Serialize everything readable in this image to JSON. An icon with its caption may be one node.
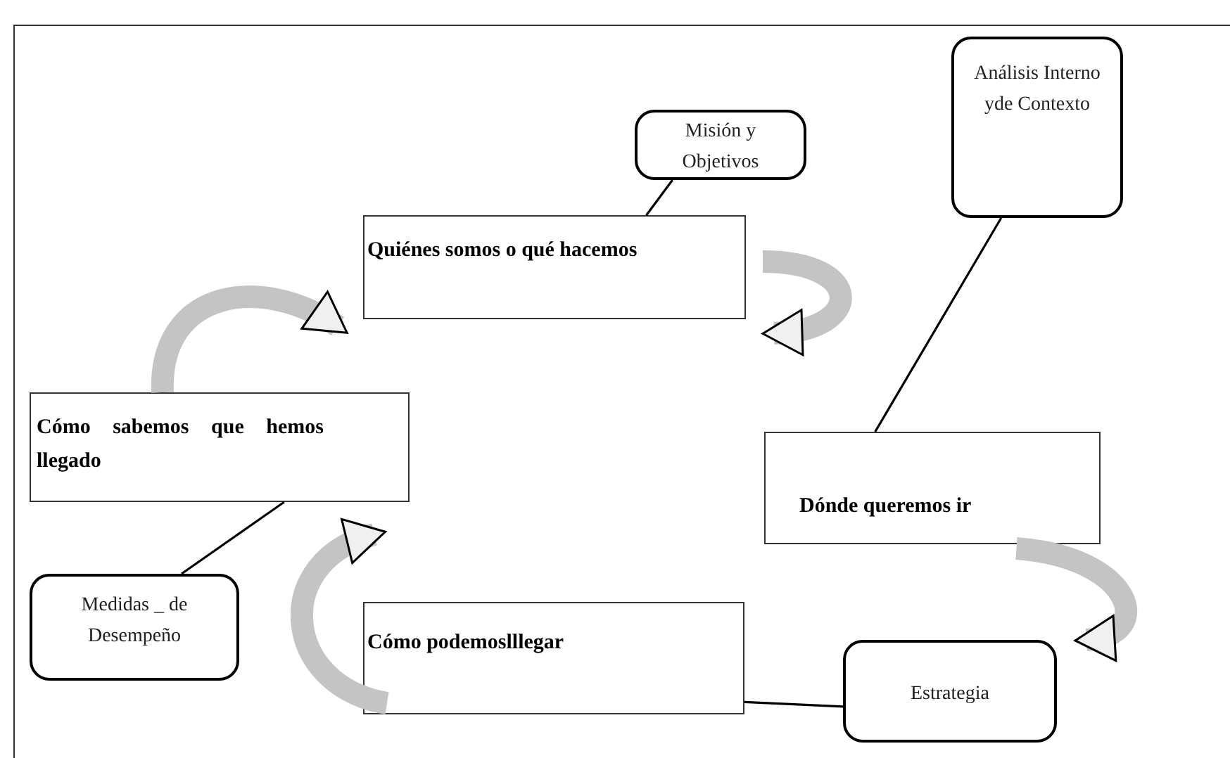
{
  "diagram": {
    "nodes": [
      {
        "text": [
          "Quiénes somos o qué hacemos"
        ]
      },
      {
        "text": [
          "Dónde queremos ir"
        ]
      },
      {
        "text": [
          "Cómo podemoslllegar"
        ]
      },
      {
        "text": [
          "Cómo sabemos que hemos llegado"
        ]
      },
      {
        "text": [
          "Misión y Objetivos"
        ]
      },
      {
        "text": [
          "Análisis Interno yde Contexto"
        ]
      },
      {
        "text": [
          "Medidas _ de Desempeño"
        ]
      },
      {
        "text": [
          "Estrategia"
        ]
      }
    ],
    "edges": [
      {
        "from": 3,
        "to": 0,
        "arrow": "to",
        "style": "thick",
        "color": "#c4c4c4"
      },
      {
        "from": null,
        "to": 0,
        "arrow": "to",
        "style": "thick",
        "color": "#c4c4c4"
      },
      {
        "from": 1,
        "to": 7,
        "arrow": "to",
        "style": "thick",
        "color": "#c4c4c4"
      },
      {
        "from": 2,
        "to": 3,
        "arrow": "to",
        "style": "thick",
        "color": "#c4c4c4"
      },
      {
        "from": 4,
        "to": 0,
        "arrow": "none",
        "color": "#000000"
      },
      {
        "from": 5,
        "to": 1,
        "arrow": "none",
        "color": "#000000"
      },
      {
        "from": 6,
        "to": 3,
        "arrow": "none",
        "color": "#000000"
      },
      {
        "from": 7,
        "to": 2,
        "arrow": "none",
        "color": "#000000"
      }
    ]
  }
}
